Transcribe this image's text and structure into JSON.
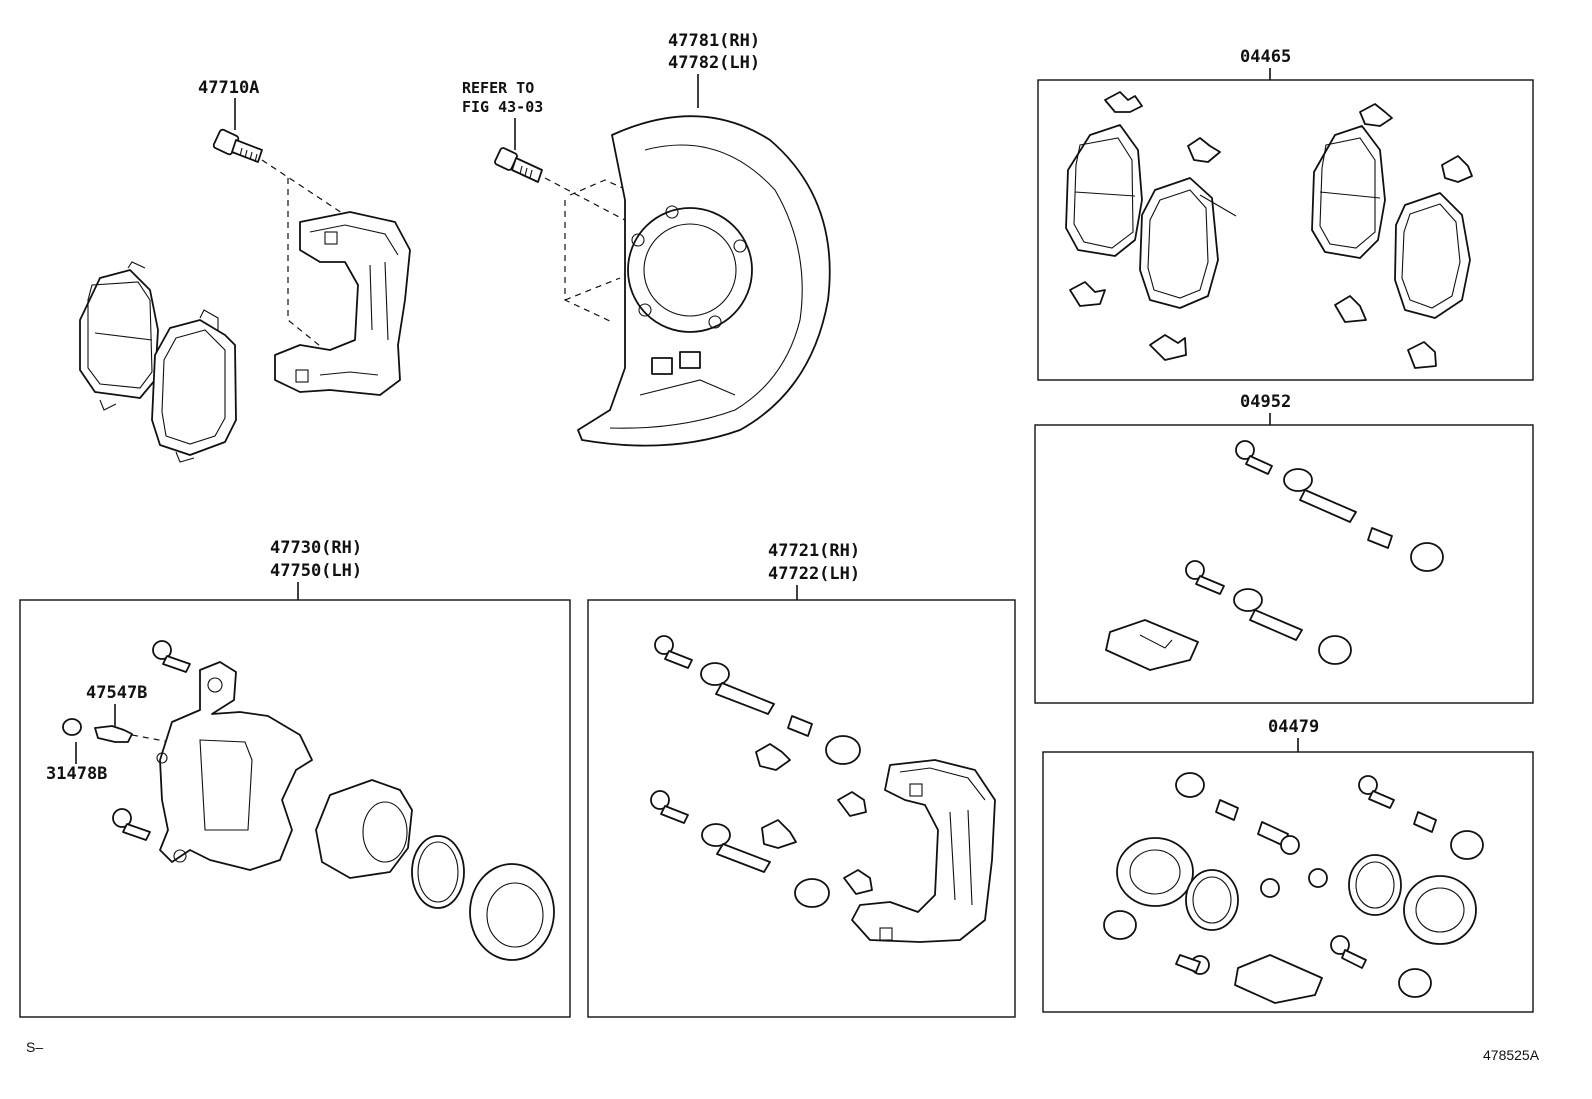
{
  "labels": {
    "bracket_bolt": "47710A",
    "refer_line1": "REFER TO",
    "refer_line2": "FIG 43-03",
    "dust_cover_rh": "47781(RH)",
    "dust_cover_lh": "47782(LH)",
    "pad_kit": "04465",
    "guide_kit": "04952",
    "cylinder_kit": "04479",
    "cylinder_rh": "47730(RH)",
    "cylinder_lh": "47750(LH)",
    "bleeder_plug": "47547B",
    "bleeder_cap": "31478B",
    "mounting_rh": "47721(RH)",
    "mounting_lh": "47722(LH)",
    "footer_left": "S–",
    "footer_right": "478525A"
  }
}
